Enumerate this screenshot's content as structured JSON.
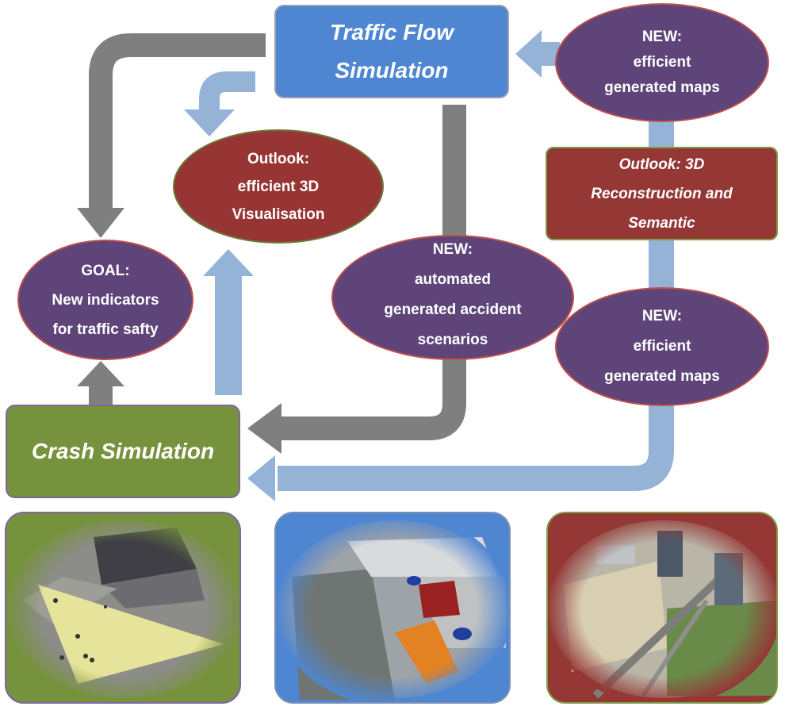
{
  "nodes": {
    "traffic_flow": {
      "line1": "Traffic Flow",
      "line2": "Simulation"
    },
    "new_maps_top": {
      "line1": "NEW:",
      "line2": "efficient",
      "line3": "generated maps"
    },
    "outlook_3d_vis": {
      "line1": "Outlook:",
      "line2": "efficient 3D",
      "line3": "Visualisation"
    },
    "outlook_recon": {
      "line1": "Outlook: 3D",
      "line2": "Reconstruction and",
      "line3": "Semantic"
    },
    "goal": {
      "line1": "GOAL:",
      "line2": "New indicators",
      "line3": "for traffic safty"
    },
    "new_accident": {
      "line1": "NEW:",
      "line2": "automated",
      "line3": "generated accident",
      "line4": "scenarios"
    },
    "new_maps_bottom": {
      "line1": "NEW:",
      "line2": "efficient",
      "line3": "generated maps"
    },
    "crash_sim": {
      "label": "Crash Simulation"
    }
  },
  "colors": {
    "blue_box": "#4f86d2",
    "purple_ellipse": "#5e4478",
    "red_ellipse": "#963533",
    "red_box": "#953735",
    "green_box": "#76923c",
    "gray_arrow": "#7f7f7f",
    "lightblue_arrow": "#95b3d7"
  },
  "images": [
    {
      "name": "crash-scene-3d-image"
    },
    {
      "name": "traffic-simulation-3d-image"
    },
    {
      "name": "city-aerial-photo"
    }
  ]
}
